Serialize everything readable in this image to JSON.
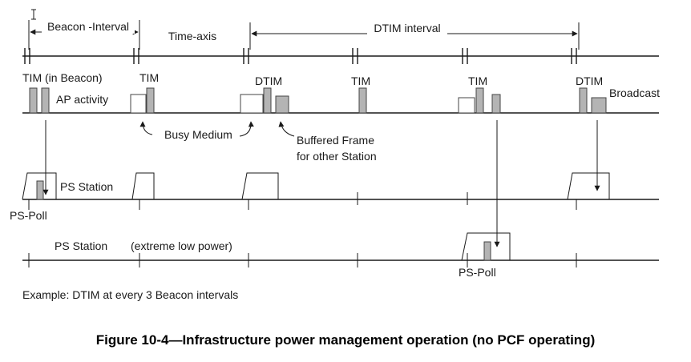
{
  "labels": {
    "beacon_interval": "Beacon -Interval",
    "time_axis": "Time-axis",
    "dtim_interval": "DTIM interval",
    "tim_in_beacon": "TIM (in Beacon)",
    "ap_activity": "AP activity",
    "tim": "TIM",
    "dtim": "DTIM",
    "broadcast": "Broadcast",
    "busy_medium": "Busy Medium",
    "buffered_frame_line1": "Buffered Frame",
    "buffered_frame_line2": "for other Station",
    "ps_station": "PS Station",
    "ps_poll": "PS-Poll",
    "ps_station_2": "PS Station",
    "extreme_low_power": "(extreme low power)",
    "example": "Example: DTIM at every 3 Beacon intervals"
  },
  "caption": "Figure 10-4—Infrastructure power management operation (no PCF operating)",
  "colors": {
    "line": "#1a1a1a",
    "frame_fill": "#b4b4b4",
    "background": "#ffffff"
  }
}
